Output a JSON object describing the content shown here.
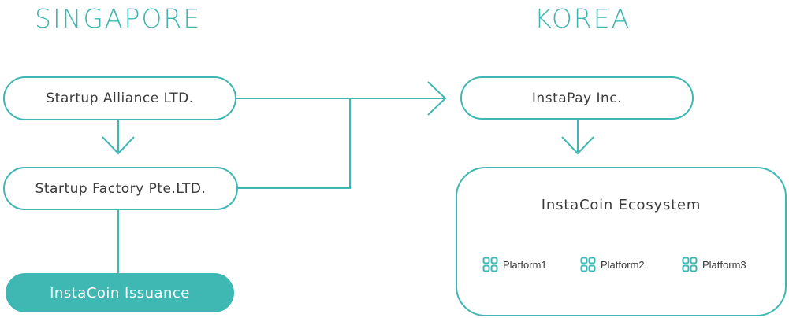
{
  "regions": {
    "left": "SINGAPORE",
    "right": "KOREA"
  },
  "nodes": {
    "startup_alliance": "Startup Alliance LTD.",
    "startup_factory": "Startup Factory Pte.LTD.",
    "instacoin_issuance": "InstaCoin Issuance",
    "instapay": "InstaPay Inc."
  },
  "ecosystem": {
    "title": "InstaCoin Ecosystem",
    "platforms": [
      "Platform1",
      "Platform2",
      "Platform3"
    ],
    "platform_icon": "grid-icon"
  },
  "colors": {
    "accent": "#3fb8b3",
    "text": "#3a3a3a"
  }
}
